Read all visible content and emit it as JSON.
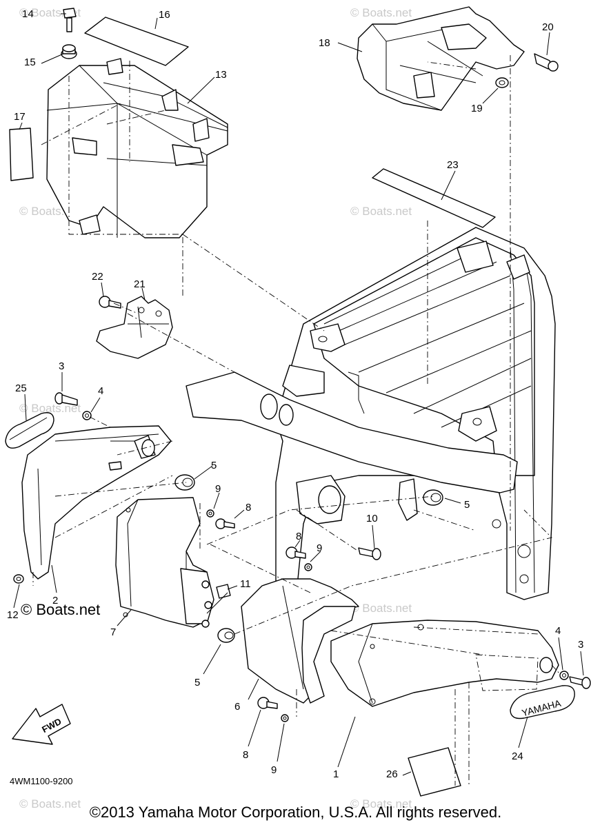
{
  "diagram": {
    "callouts": {
      "c1": "1",
      "c2": "2",
      "c3a": "3",
      "c3b": "3",
      "c4a": "4",
      "c4b": "4",
      "c5a": "5",
      "c5b": "5",
      "c5c": "5",
      "c6": "6",
      "c7": "7",
      "c8a": "8",
      "c8b": "8",
      "c8c": "8",
      "c9a": "9",
      "c9b": "9",
      "c9c": "9",
      "c10": "10",
      "c11": "11",
      "c12": "12",
      "c13": "13",
      "c14": "14",
      "c15": "15",
      "c16": "16",
      "c17": "17",
      "c18": "18",
      "c19": "19",
      "c20": "20",
      "c21": "21",
      "c22": "22",
      "c23": "23",
      "c24": "24",
      "c25": "25",
      "c26": "26"
    },
    "emblem_text": "YAMAHA",
    "direction_label": "FWD",
    "part_code": "4WM1100-9200",
    "watermark_main": "© Boats.net",
    "watermark_faint": "© Boats.net",
    "copyright": "©2013 Yamaha Motor Corporation, U.S.A. All rights reserved."
  }
}
